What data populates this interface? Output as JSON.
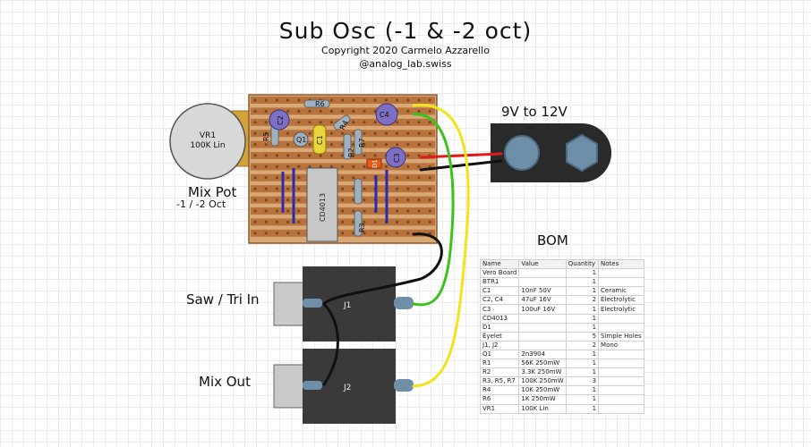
{
  "header": {
    "title": "Sub Osc (-1 & -2 oct)",
    "copyright": "Copyright 2020 Carmelo Azzarello",
    "handle": "@analog_lab.swiss"
  },
  "labels": {
    "mix_pot": "Mix Pot",
    "mix_pot_sub": "-1 / -2 Oct",
    "power": "9V to 12V",
    "saw_tri_in": "Saw / Tri In",
    "mix_out": "Mix Out",
    "pot_name": "VR1",
    "pot_value": "100K Lin",
    "jack1": "J1",
    "jack2": "J2",
    "ic": "CD4013"
  },
  "components": {
    "c1": "C1",
    "c2": "C2",
    "c3": "C3",
    "c4": "C4",
    "q1": "Q1",
    "r2": "R2",
    "r3": "R3",
    "r4": "R4",
    "r5": "R5",
    "r6": "R6",
    "r7": "R7",
    "d1": "D1"
  },
  "bom": {
    "title": "BOM",
    "columns": [
      "Name",
      "Value",
      "Quantity",
      "Notes"
    ],
    "rows": [
      [
        "Vero Board",
        "",
        "1",
        ""
      ],
      [
        "BTR1",
        "",
        "1",
        ""
      ],
      [
        "C1",
        "10nF 50V",
        "1",
        "Ceramic"
      ],
      [
        "C2, C4",
        "47uF 16V",
        "2",
        "Electrolytic"
      ],
      [
        "C3",
        "100uF 16V",
        "1",
        "Electrolytic"
      ],
      [
        "CD4013",
        "",
        "1",
        ""
      ],
      [
        "D1",
        "",
        "1",
        ""
      ],
      [
        "Eyelet",
        "",
        "5",
        "Simple Holes"
      ],
      [
        "J1, J2",
        "",
        "2",
        "Mono"
      ],
      [
        "Q1",
        "2n3904",
        "1",
        ""
      ],
      [
        "R1",
        "56K 250mW",
        "1",
        ""
      ],
      [
        "R2",
        "3.3K 250mW",
        "1",
        ""
      ],
      [
        "R3, R5, R7",
        "100K 250mW",
        "3",
        ""
      ],
      [
        "R4",
        "10K 250mW",
        "1",
        ""
      ],
      [
        "R6",
        "1K 250mW",
        "1",
        ""
      ],
      [
        "VR1",
        "100K Lin",
        "1",
        ""
      ]
    ]
  },
  "colors": {
    "board": "#d9a877",
    "strip": "#b8733d",
    "pot_body": "#d8d8d8",
    "pot_shaft": "#d3a33a",
    "cap_electrolytic": "#7c6fc4",
    "ic_body": "#c7c7c7",
    "battery": "#2a2a2a",
    "battery_terminal": "#6f8fa8",
    "jack_body": "#3a3a3a",
    "jack_tip": "#6f8fa8",
    "wire_yellow": "#f2e41c",
    "wire_green": "#3cc21e",
    "wire_black": "#111111",
    "wire_red": "#e01b1b",
    "jumper": "#2b2bb0"
  }
}
